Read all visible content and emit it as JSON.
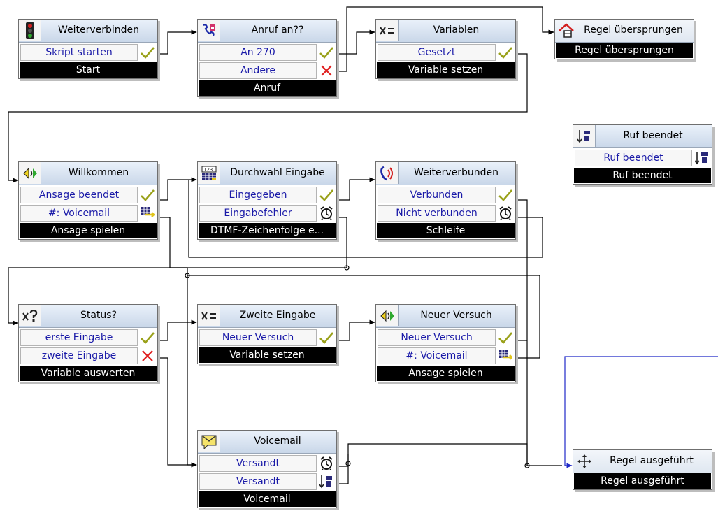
{
  "colors": {
    "wire": "#000000",
    "wire_highlight": "#1e28c8",
    "label_text": "#1a1aa8",
    "footer": "#000000"
  },
  "nodes": {
    "weiterverbinden": {
      "title": "Weiterverbinden",
      "icon": "traffic-light-icon",
      "rows": [
        {
          "label": "Skript starten",
          "status": "check-icon"
        }
      ],
      "footer": "Start"
    },
    "anruf": {
      "title": "Anruf an??",
      "icon": "call-info-icon",
      "rows": [
        {
          "label": "An 270",
          "status": "check-icon"
        },
        {
          "label": "Andere",
          "status": "cross-icon"
        }
      ],
      "footer": "Anruf"
    },
    "variablen": {
      "title": "Variablen",
      "icon": "variable-set-icon",
      "rows": [
        {
          "label": "Gesetzt",
          "status": "check-icon"
        }
      ],
      "footer": "Variable setzen"
    },
    "regel_uebersprungen": {
      "title": "Regel übersprungen",
      "icon": "house-icon",
      "rows": [],
      "footer": "Regel übersprungen"
    },
    "ruf_beendet": {
      "title": "Ruf beendet",
      "icon": "hangup-icon",
      "rows": [
        {
          "label": "Ruf beendet",
          "status": "hangup-icon"
        }
      ],
      "footer": "Ruf beendet"
    },
    "willkommen": {
      "title": "Willkommen",
      "icon": "speaker-icon",
      "rows": [
        {
          "label": "Ansage beendet",
          "status": "check-icon"
        },
        {
          "label": "#: Voicemail",
          "status": "keypad-icon"
        }
      ],
      "footer": "Ansage spielen"
    },
    "durchwahl": {
      "title": "Durchwahl Eingabe",
      "icon": "dtmf-keypad-icon",
      "rows": [
        {
          "label": "Eingegeben",
          "status": "check-icon"
        },
        {
          "label": "Eingabefehler",
          "status": "alarm-clock-icon"
        }
      ],
      "footer": "DTMF-Zeichenfolge e..."
    },
    "weiterverbunden": {
      "title": "Weiterverbunden",
      "icon": "phone-transfer-icon",
      "rows": [
        {
          "label": "Verbunden",
          "status": "check-icon"
        },
        {
          "label": "Nicht verbunden",
          "status": "alarm-clock-icon"
        }
      ],
      "footer": "Schleife"
    },
    "status": {
      "title": "Status?",
      "icon": "variable-query-icon",
      "rows": [
        {
          "label": "erste Eingabe",
          "status": "check-icon"
        },
        {
          "label": "zweite Eingabe",
          "status": "cross-icon"
        }
      ],
      "footer": "Variable auswerten"
    },
    "zweite_eingabe": {
      "title": "Zweite Eingabe",
      "icon": "variable-set-icon",
      "rows": [
        {
          "label": "Neuer Versuch",
          "status": "check-icon"
        }
      ],
      "footer": "Variable setzen"
    },
    "neuer_versuch": {
      "title": "Neuer Versuch",
      "icon": "speaker-icon",
      "rows": [
        {
          "label": "Neuer Versuch",
          "status": "check-icon"
        },
        {
          "label": "#: Voicemail",
          "status": "keypad-icon"
        }
      ],
      "footer": "Ansage spielen"
    },
    "voicemail": {
      "title": "Voicemail",
      "icon": "envelope-icon",
      "rows": [
        {
          "label": "Versandt",
          "status": "alarm-clock-icon"
        },
        {
          "label": "Versandt",
          "status": "hangup-icon"
        }
      ],
      "footer": "Voicemail"
    },
    "regel_ausgefuehrt": {
      "title": "Regel ausgeführt",
      "icon": "move-arrows-icon",
      "rows": [],
      "footer": "Regel ausgeführt"
    }
  }
}
